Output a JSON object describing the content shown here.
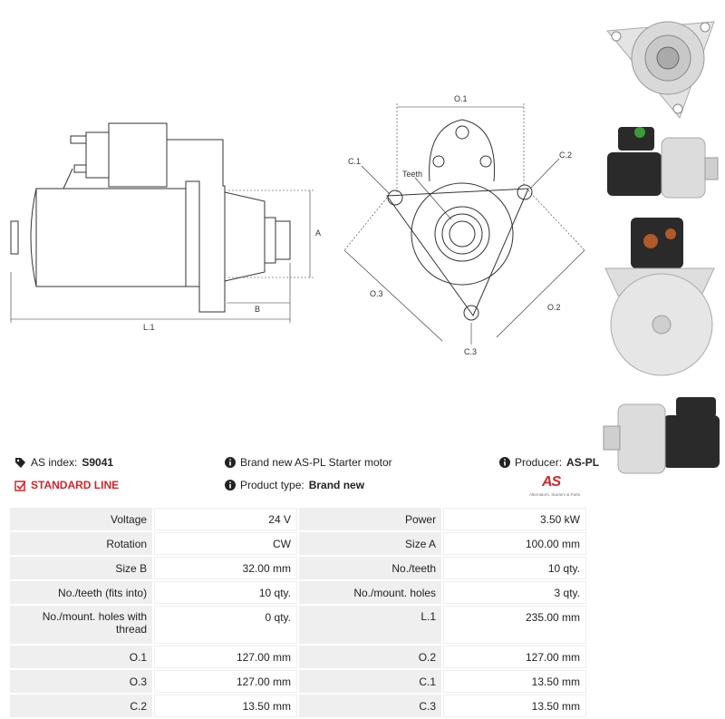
{
  "drawing": {
    "labels": {
      "l1": "L.1",
      "a": "A",
      "b": "B",
      "o1": "O.1",
      "o2": "O.2",
      "o3": "O.3",
      "c1": "C.1",
      "c2": "C.2",
      "c3": "C.3",
      "teeth": "Teeth"
    }
  },
  "thumbnails": [
    "front-view",
    "side-view",
    "rear-view",
    "angled-view"
  ],
  "info": {
    "as_index_label": "AS index:",
    "as_index_value": "S9041",
    "standard_line": "STANDARD LINE",
    "description": "Brand new AS-PL Starter motor",
    "product_type_label": "Product type:",
    "product_type_value": "Brand new",
    "producer_label": "Producer:",
    "producer_value": "AS-PL"
  },
  "logo": {
    "mark": "AS",
    "tagline": "Alternators, Starters & Parts"
  },
  "specs": [
    {
      "l1": "Voltage",
      "v1": "24 V",
      "l2": "Power",
      "v2": "3.50 kW"
    },
    {
      "l1": "Rotation",
      "v1": "CW",
      "l2": "Size A",
      "v2": "100.00 mm"
    },
    {
      "l1": "Size B",
      "v1": "32.00 mm",
      "l2": "No./teeth",
      "v2": "10 qty."
    },
    {
      "l1": "No./teeth (fits into)",
      "v1": "10 qty.",
      "l2": "No./mount. holes",
      "v2": "3 qty."
    },
    {
      "l1": "No./mount. holes with thread",
      "v1": "0 qty.",
      "l2": "L.1",
      "v2": "235.00 mm"
    },
    {
      "l1": "O.1",
      "v1": "127.00 mm",
      "l2": "O.2",
      "v2": "127.00 mm"
    },
    {
      "l1": "O.3",
      "v1": "127.00 mm",
      "l2": "C.1",
      "v2": "13.50 mm"
    },
    {
      "l1": "C.2",
      "v1": "13.50 mm",
      "l2": "C.3",
      "v2": "13.50 mm"
    }
  ]
}
